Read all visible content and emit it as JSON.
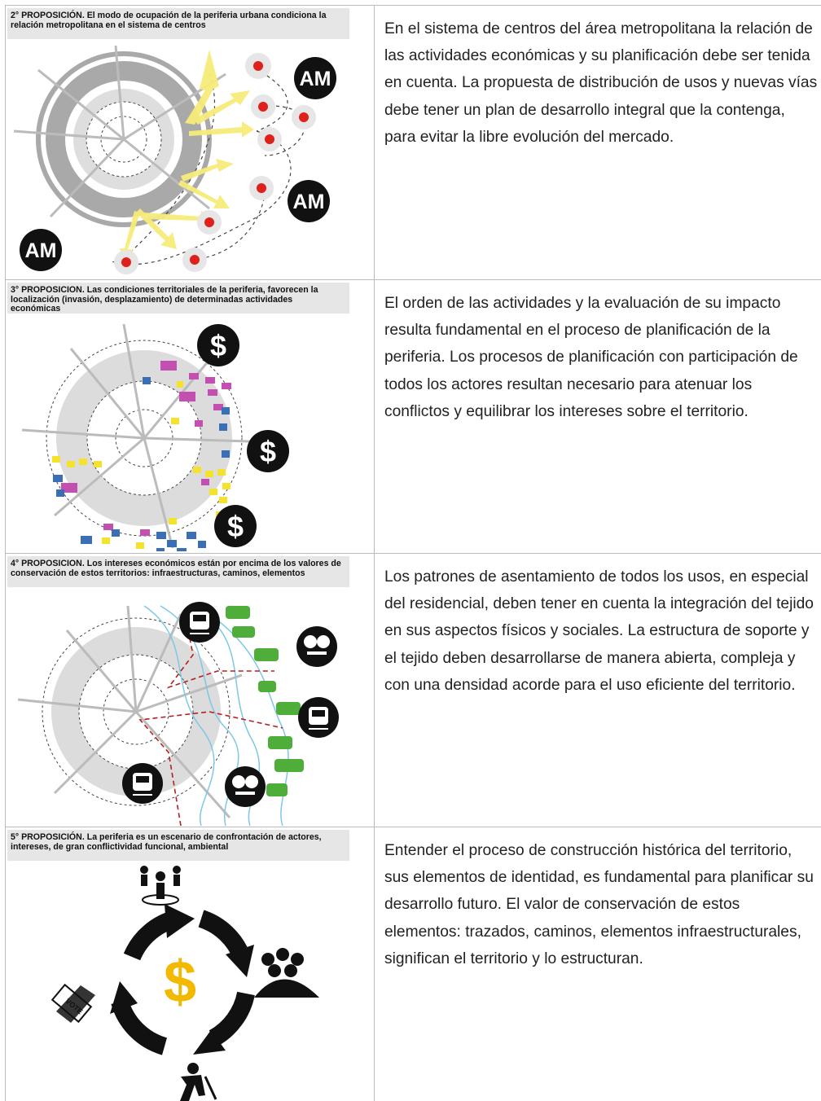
{
  "rows": [
    {
      "title_bold": "2° PROPOSICIÓN.",
      "title_rest": " El modo de ocupación de la periferia urbana condiciona la relación metropolitana en el sistema de centros",
      "text": "En el sistema de centros del área metropolitana la relación de las actividades económicas y su planificación debe ser tenida en cuenta. La propuesta de distribución de usos y nuevas vías debe tener un plan de desarrollo integral que la contenga, para evitar la libre evolución  del mercado.",
      "badges": [
        "AM",
        "AM",
        "AM"
      ]
    },
    {
      "title_bold": "3° PROPOSICION.",
      "title_rest": " Las condiciones territoriales de la  periferia,  favorecen la localización (invasión, desplazamiento) de determinadas actividades económicas",
      "text": "El orden de las actividades y la evaluación de su impacto resulta fundamental en el proceso de planificación de la periferia. Los procesos de planificación con participación de todos los actores resultan necesario para atenuar los conflictos y equilibrar los intereses sobre el territorio.",
      "badges": [
        "$",
        "$",
        "$"
      ]
    },
    {
      "title_bold": "4° PROPOSICION.",
      "title_rest": " Los intereses económicos están por encima de los valores de conservación de estos territorios: infraestructuras, caminos, elementos",
      "text": "Los patrones de asentamiento de todos los usos, en especial del residencial, deben tener en cuenta la integración del tejido en sus aspectos físicos y sociales. La estructura de soporte y el tejido deben desarrollarse de manera abierta, compleja y con una densidad acorde para el uso eficiente del territorio."
    },
    {
      "title_bold": "5° PROPOSICIÓN.",
      "title_rest": " La periferia es un escenario de confrontación de actores, intereses, de gran conflictividad funcional, ambiental",
      "text": "Entender el proceso de construcción histórica del territorio, sus elementos de identidad, es fundamental para planificar su desarrollo futuro. El valor de conservación de estos elementos: trazados, caminos, elementos infraestructurales, significan el territorio y lo estructuran.",
      "center_symbol": "$",
      "vote_label": "VOTE"
    }
  ],
  "colors": {
    "ring": "#a9a9a9",
    "inner": "#dcdcdc",
    "arrow": "#f7ec7a",
    "dot": "#e0201a",
    "industry": "#c34fb0",
    "housing": "#f5e22b",
    "school": "#3a6fb5",
    "tree": "#4fae3a",
    "river": "#7cc8e6",
    "rail": "#b52020",
    "dollar": "#f3b800"
  }
}
